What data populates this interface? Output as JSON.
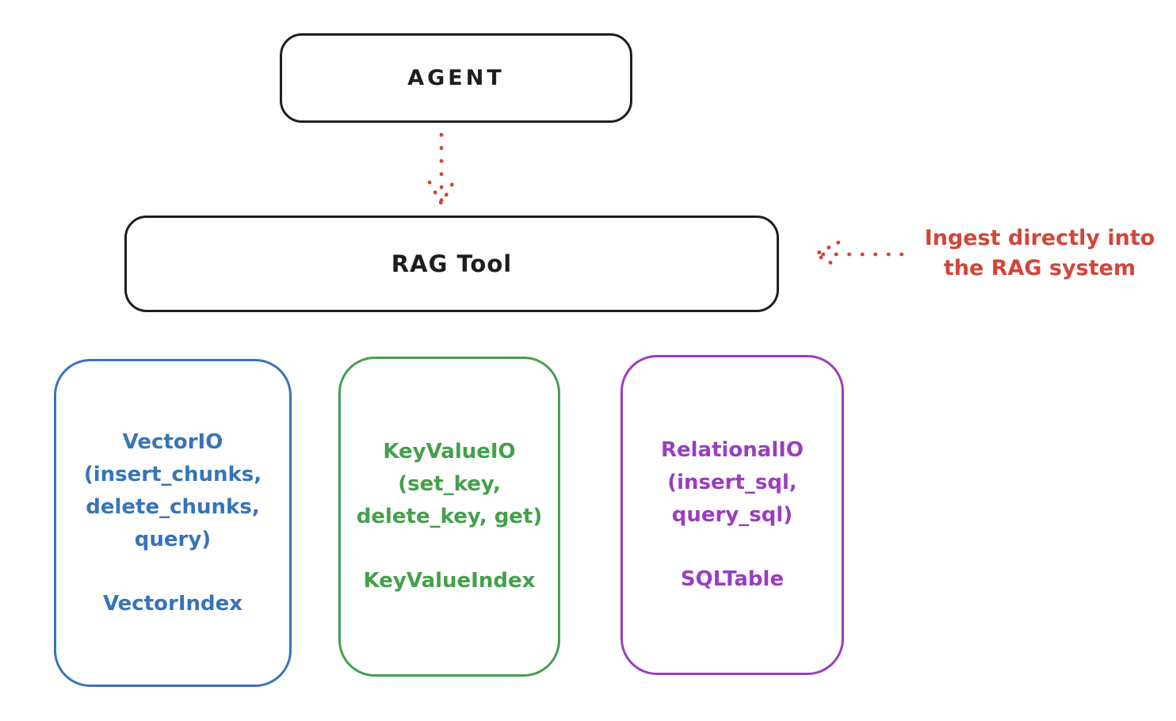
{
  "colors": {
    "black": "#1e1e1e",
    "red": "#d2453a",
    "blue": "#3674b9",
    "green": "#43a04b",
    "purple": "#9a3dc0"
  },
  "agent_box": {
    "label": "AGENT"
  },
  "rag_tool_box": {
    "label": "RAG Tool"
  },
  "annotation": {
    "lines": [
      "Ingest directly into",
      "the RAG system"
    ]
  },
  "arrows": {
    "agent_to_rag": {
      "style": "dotted",
      "direction": "down"
    },
    "annotation_to_rag": {
      "style": "dotted",
      "direction": "left"
    }
  },
  "cards": [
    {
      "id": "vector-io",
      "color": "#3674b9",
      "lines": [
        "VectorIO",
        "(insert_chunks,",
        "delete_chunks,",
        "query)"
      ],
      "index_label": "VectorIndex"
    },
    {
      "id": "keyvalue-io",
      "color": "#43a04b",
      "lines": [
        "KeyValueIO",
        "(set_key,",
        "delete_key, get)"
      ],
      "index_label": "KeyValueIndex"
    },
    {
      "id": "relational-io",
      "color": "#9a3dc0",
      "lines": [
        "RelationalIO",
        "(insert_sql,",
        "query_sql)"
      ],
      "index_label": "SQLTable"
    }
  ]
}
